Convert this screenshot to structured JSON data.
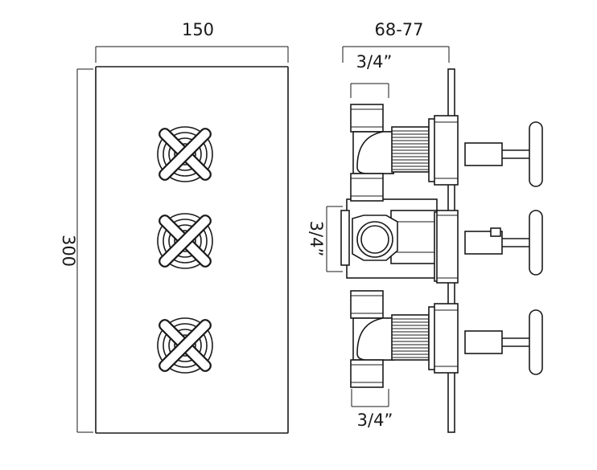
{
  "front_view": {
    "width_label": "150",
    "height_label": "300"
  },
  "side_view": {
    "depth_label": "68-77",
    "top_inlet_label": "3/4”",
    "side_outlet_label": "3/4”",
    "bottom_outlet_label": "3/4”"
  },
  "colors": {
    "line": "#1a1a1a",
    "background": "#ffffff"
  }
}
